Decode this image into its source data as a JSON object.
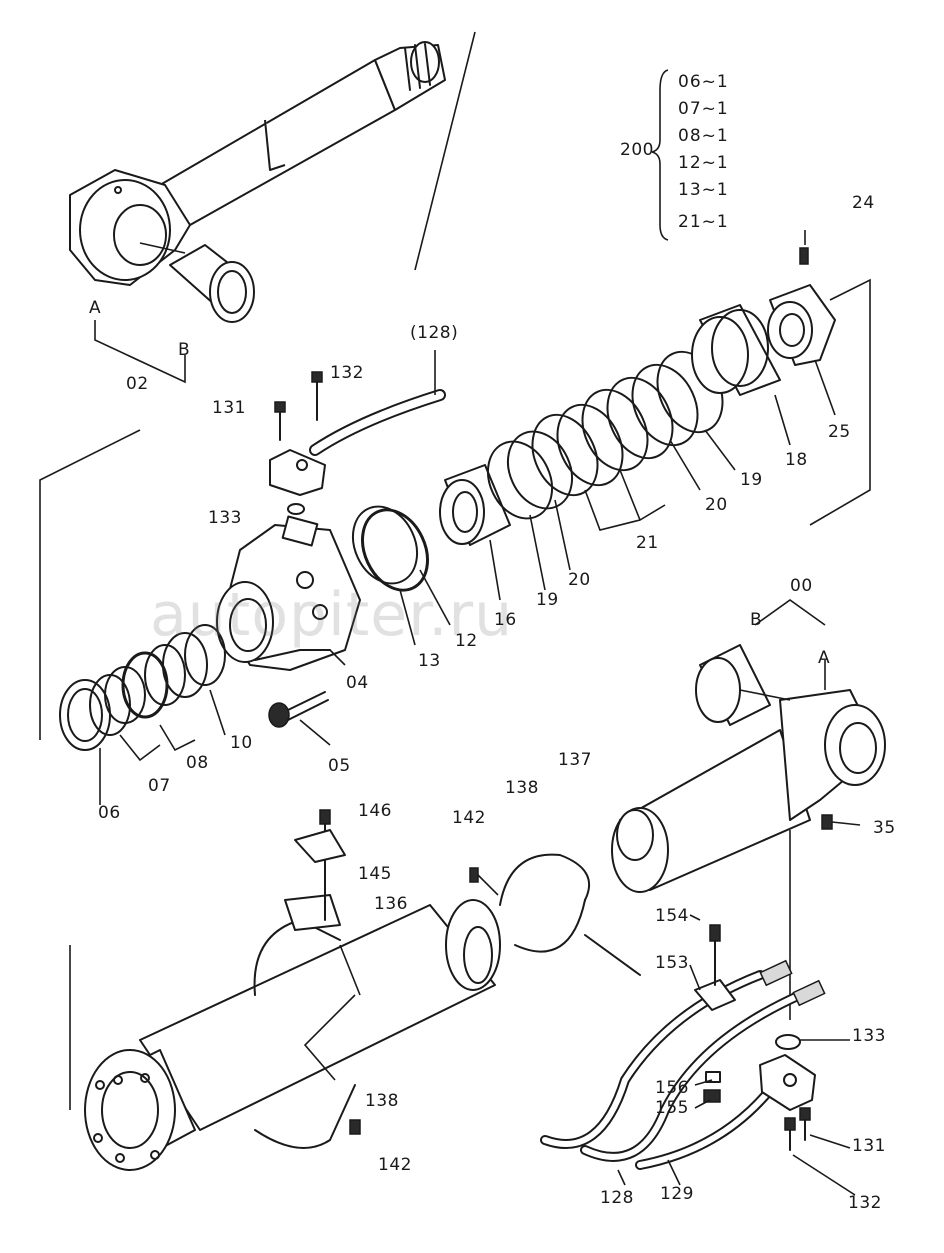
{
  "watermark": "autopiter.ru",
  "kit": {
    "number": "200",
    "items": [
      "06~1",
      "07~1",
      "08~1",
      "12~1",
      "13~1",
      "21~1"
    ]
  },
  "callouts": {
    "c02": "02",
    "cA1": "A",
    "cB1": "B",
    "c128top": "(128)",
    "c132top": "132",
    "c131top": "131",
    "c133top": "133",
    "c24": "24",
    "c25": "25",
    "c18": "18",
    "c19a": "19",
    "c20a": "20",
    "c21": "21",
    "c20b": "20",
    "c19b": "19",
    "c16": "16",
    "c12": "12",
    "c13": "13",
    "c04": "04",
    "c05": "05",
    "c10": "10",
    "c08": "08",
    "c07": "07",
    "c06": "06",
    "c00": "00",
    "cB2": "B",
    "cA2": "A",
    "c35": "35",
    "c146": "146",
    "c145": "145",
    "c136": "136",
    "c138a": "138",
    "c137": "137",
    "c142a": "142",
    "c154": "154",
    "c153": "153",
    "c133b": "133",
    "c156": "156",
    "c155": "155",
    "c138b": "138",
    "c142b": "142",
    "c131b": "131",
    "c132b": "132",
    "c128b": "128",
    "c129": "129"
  }
}
